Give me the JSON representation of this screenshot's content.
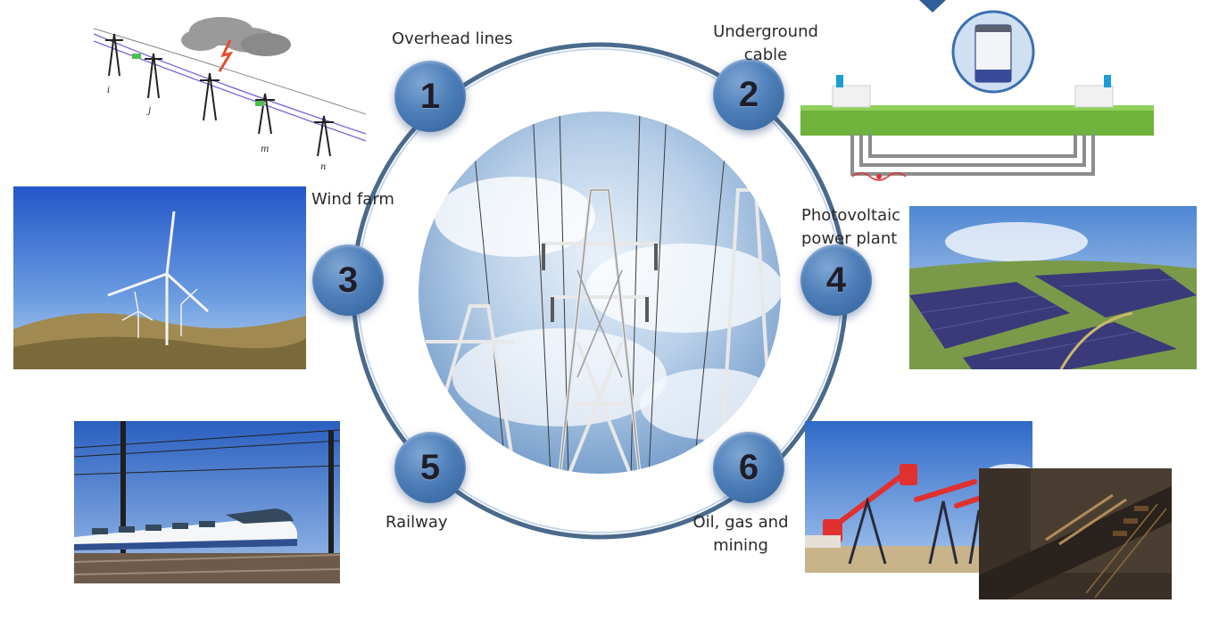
{
  "nodes": [
    {
      "number": "1",
      "label": "Overhead lines"
    },
    {
      "number": "2",
      "label": "Underground cable"
    },
    {
      "number": "3",
      "label": "Wind farm"
    },
    {
      "number": "4",
      "label": "Photovoltaic power plant"
    },
    {
      "number": "5",
      "label": "Railway"
    },
    {
      "number": "6",
      "label": "Oil, gas and mining"
    }
  ],
  "overhead_sketch": {
    "tower_labels": [
      "i",
      "j",
      "m",
      "n"
    ]
  },
  "colors": {
    "node_fill": "#4e7fb9",
    "ring": "#4a6a8c",
    "grass": "#6fb23c",
    "sky": "#3d78d6"
  }
}
